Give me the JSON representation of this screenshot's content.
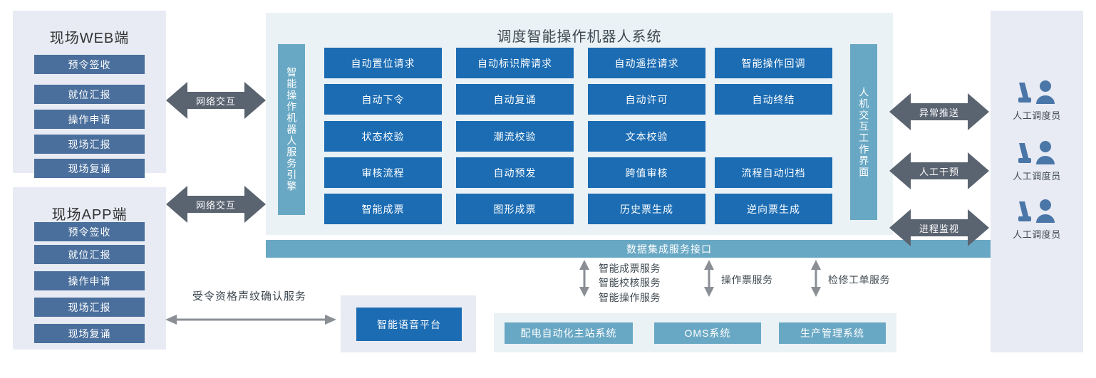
{
  "left_clients": [
    {
      "title": "现场WEB端",
      "items": [
        "预令签收",
        "就位汇报",
        "操作申请",
        "现场汇报",
        "现场复诵"
      ]
    },
    {
      "title": "现场APP端",
      "items": [
        "预令签收",
        "就位汇报",
        "操作申请",
        "现场汇报",
        "现场复诵"
      ]
    }
  ],
  "network_arrows": [
    {
      "label": "网络交互"
    },
    {
      "label": "网络交互"
    }
  ],
  "center": {
    "title": "调度智能操作机器人系统",
    "left_bar": "智能操作机器人服务引擎",
    "right_bar": "人机交互工作界面",
    "grid_rows": [
      [
        "自动置位请求",
        "自动标识牌请求",
        "自动遥控请求",
        "智能操作回调"
      ],
      [
        "自动下令",
        "自动复诵",
        "自动许可",
        "自动终结"
      ],
      [
        "状态校验",
        "潮流校验",
        "文本校验"
      ],
      [
        "审核流程",
        "自动预发",
        "跨值审核",
        "流程自动归档"
      ],
      [
        "智能成票",
        "图形成票",
        "历史票生成",
        "逆向票生成"
      ]
    ],
    "data_interface": "数据集成服务接口"
  },
  "right_arrows": [
    {
      "label": "异常推送"
    },
    {
      "label": "人工干预"
    },
    {
      "label": "进程监视"
    }
  ],
  "operators": [
    {
      "icon": "operator-workstation-icon",
      "label": "人工调度员"
    },
    {
      "icon": "operator-workstation-icon",
      "label": "人工调度员"
    },
    {
      "icon": "operator-workstation-icon",
      "label": "人工调度员"
    }
  ],
  "voice": {
    "arrow_label": "受令资格声纹确认服务",
    "platform": "智能语音平台"
  },
  "services": [
    {
      "lines": "智能成票服务\n智能校核服务\n智能操作服务"
    },
    {
      "lines": "操作票服务"
    },
    {
      "lines": "检修工单服务"
    }
  ],
  "service_texts": {
    "g1_l1": "智能成票服务",
    "g1_l2": "智能校核服务",
    "g1_l3": "智能操作服务",
    "g2_l1": "操作票服务",
    "g3_l1": "检修工单服务"
  },
  "bottom_systems": [
    "配电自动化主站系统",
    "OMS系统",
    "生产管理系统"
  ],
  "colors": {
    "client_panel_bg": "#e8ebf4",
    "client_button": "#4a6f9c",
    "center_panel_bg": "#eaf2f5",
    "cell_blue": "#1b6cb3",
    "bar_blue": "#69a8c4",
    "arrow_gray": "#5a6370",
    "thin_arrow_gray": "#8a8f96",
    "icon_blue": "#4a76a8",
    "title_text": "#3f4a52"
  }
}
